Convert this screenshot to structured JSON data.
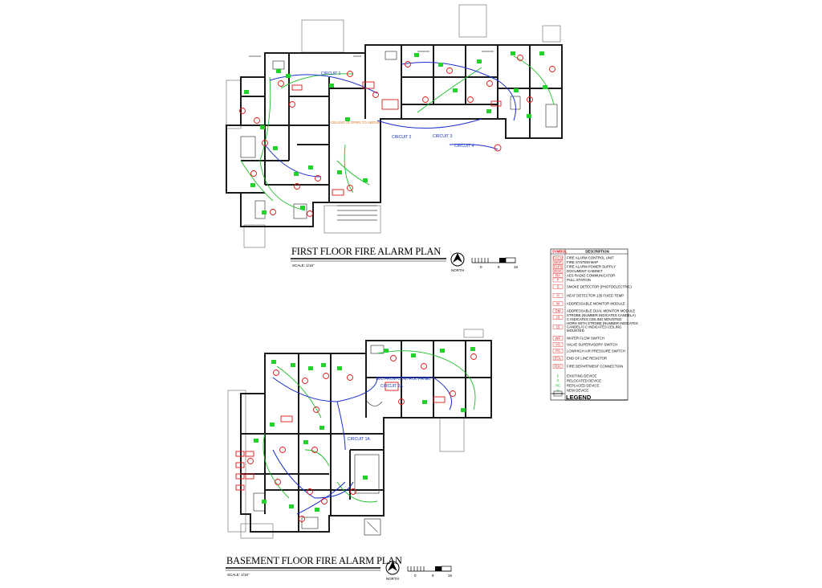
{
  "sheet": {
    "first_floor": {
      "title": "FIRST FLOOR FIRE ALARM PLAN",
      "scale_note": "SCALE: 1/16\"",
      "north": "NORTH",
      "scale_bar_labels": [
        "0",
        "8",
        "16"
      ],
      "circuits": [
        "CIRCUIT 1",
        "CIRCUIT 2",
        "CIRCUIT 3",
        "CIRCUIT 4"
      ],
      "note": "CEILING IS OPEN TO ABOVE"
    },
    "basement_floor": {
      "title": "BASEMENT FLOOR FIRE ALARM PLAN",
      "scale_note": "SCALE: 1/16\"",
      "north": "NORTH",
      "scale_bar_labels": [
        "0",
        "8",
        "16"
      ],
      "circuits": [
        "CIRCUIT 1A",
        "CIRCUIT 2A"
      ],
      "note": "SLC FROM CONTROL PANEL"
    }
  },
  "legend": {
    "title": "LEGEND",
    "header_symbol": "SYMBOL",
    "header_description": "DESCRIPTION",
    "rows": [
      {
        "symbol": "FACU",
        "description": "FIRE ALARM CONTROL UNIT"
      },
      {
        "symbol": "MAP",
        "description": "FIRE SYSTEM MAP"
      },
      {
        "symbol": "FAPS",
        "description": "FIRE ALARM POWER SUPPLY"
      },
      {
        "symbol": "DOC",
        "description": "DOCUMENT CABINET"
      },
      {
        "symbol": "RA",
        "description": "AES RADIO COMMUNICATOR"
      },
      {
        "symbol": "F",
        "description": "PULL STATION"
      },
      {
        "symbol": "S",
        "description": "SMOKE DETECTOR (PHOTOELECTRIC)"
      },
      {
        "symbol": "H",
        "description": "HEAT DETECTOR 135 FIXED TEMP"
      },
      {
        "symbol": "M",
        "description": "ADDRESSABLE MONITOR MODULE"
      },
      {
        "symbol": "DM",
        "description": "ADDRESSABLE DUAL MONITOR MODULE"
      },
      {
        "symbol": "15",
        "description": "STROBE (NUMBER INDICATES CANDELA) C INDICATES CEILING MOUNTED"
      },
      {
        "symbol": "15",
        "description": "HORN WITH STROBE (NUMBER INDICATES CANDELA) C INDICATES CEILING MOUNTED"
      },
      {
        "symbol": "WF",
        "description": "WATER FLOW SWITCH"
      },
      {
        "symbol": "VS",
        "description": "VALVE SUPERVISORY SWITCH"
      },
      {
        "symbol": "PS",
        "description": "LOW/HIGH AIR PRESSURE SWITCH"
      },
      {
        "symbol": "EOL",
        "description": "END OF LINE RESISTOR"
      },
      {
        "symbol": "FDC",
        "description": "FIRE DEPARTMENT CONNECTION"
      },
      {
        "symbol": "E",
        "description": "EXISTING DEVICE"
      },
      {
        "symbol": "R",
        "description": "RELOCATED DEVICE"
      },
      {
        "symbol": "RE",
        "description": "REPLACED DEVICE"
      },
      {
        "symbol": "N",
        "description": "NEW DEVICE"
      }
    ]
  },
  "colors": {
    "walls": "#1a1a1a",
    "device_red": "#e01818",
    "existing_green": "#1fbf2a",
    "circuit_blue": "#1a2fd0",
    "note_orange": "#e0751c"
  }
}
